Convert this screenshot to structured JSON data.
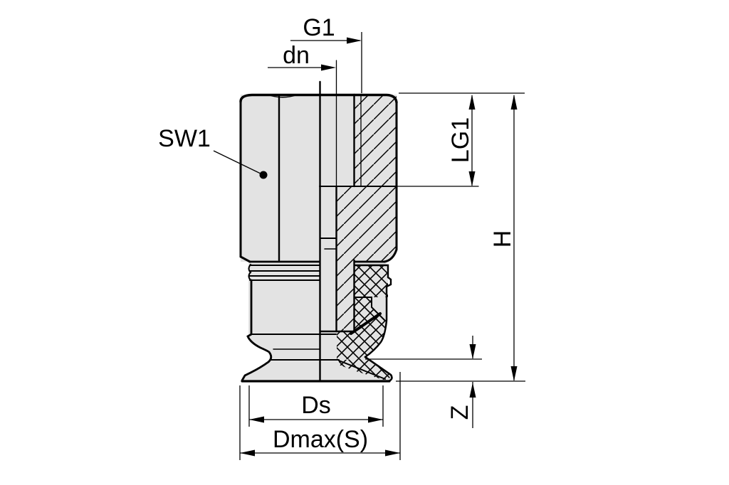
{
  "drawing": {
    "type": "technical-drawing",
    "subject": "vacuum suction cup with fitting, half-section view",
    "labels": {
      "g1": "G1",
      "dn": "dn",
      "sw1": "SW1",
      "lg1": "LG1",
      "h": "H",
      "z": "Z",
      "ds": "Ds",
      "dmax_s": "Dmax(S)"
    },
    "colors": {
      "background": "#ffffff",
      "body_fill": "#e3e3e3",
      "line": "#000000"
    }
  }
}
